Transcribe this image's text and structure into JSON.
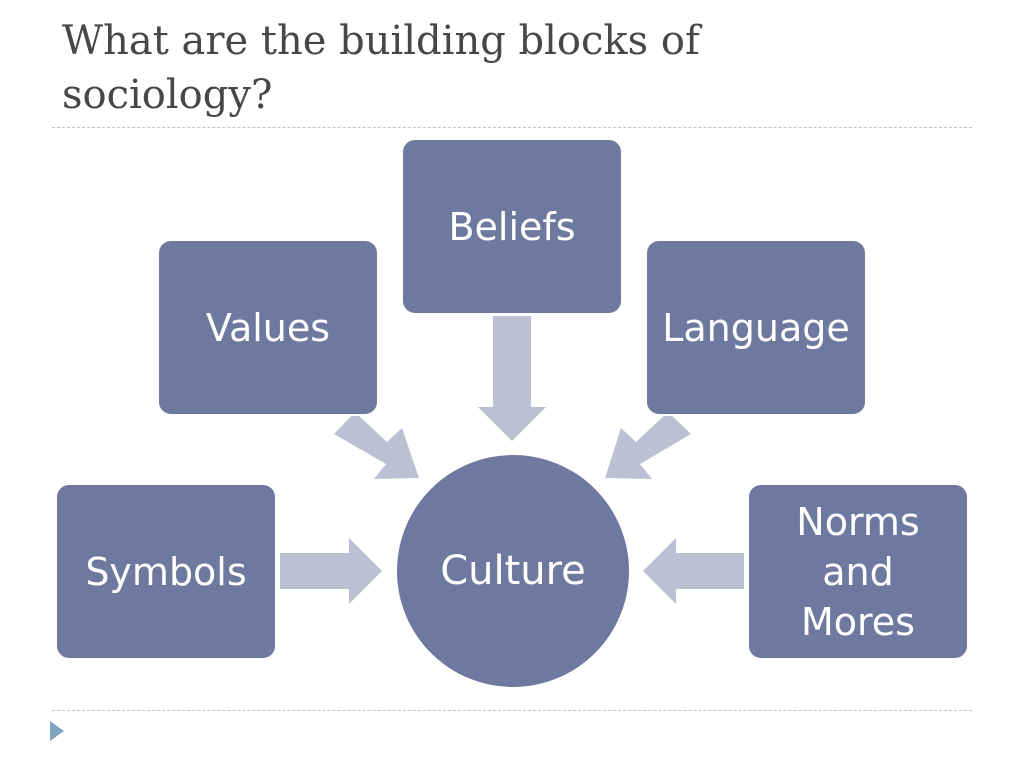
{
  "slide": {
    "title": "What are the building blocks of\nsociology?"
  },
  "diagram": {
    "center": "Culture",
    "nodes": {
      "beliefs": "Beliefs",
      "values": "Values",
      "language": "Language",
      "symbols": "Symbols",
      "norms": "Norms\nand\nMores"
    }
  },
  "colors": {
    "node_fill": "#6e799f",
    "arrow_fill": "#bcc0d2",
    "title_text": "#474747",
    "bullet": "#7ea4c2"
  }
}
